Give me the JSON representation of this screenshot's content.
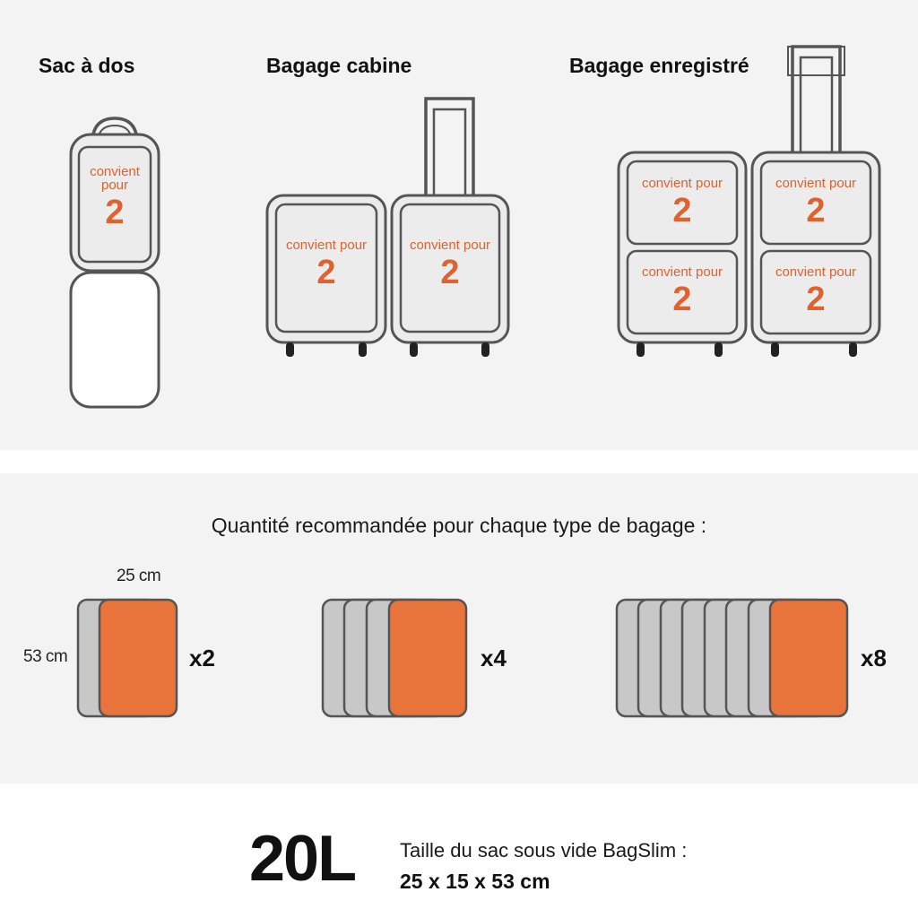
{
  "columns": [
    {
      "title": "Sac à dos",
      "fit_text": "convient pour",
      "fit_count": "2"
    },
    {
      "title": "Bagage cabine",
      "fit_text": "convient pour",
      "fit_count": "2"
    },
    {
      "title": "Bagage enregistré",
      "fit_text": "convient pour",
      "fit_count": "2"
    }
  ],
  "recommendation": {
    "heading": "Quantité recommandée pour chaque type de bagage :",
    "width_label": "25 cm",
    "height_label": "53 cm",
    "groups": [
      {
        "multiplier": "x2",
        "count": 2
      },
      {
        "multiplier": "x4",
        "count": 4
      },
      {
        "multiplier": "x8",
        "count": 8
      }
    ]
  },
  "footer": {
    "volume": "20L",
    "caption": "Taille du sac sous vide BagSlim :",
    "dimensions": "25 x 15 x 53 cm"
  },
  "colors": {
    "accent": "#e8743b",
    "accent_text": "#e0622e",
    "outline": "#555555",
    "panel": "#ececec",
    "gray_bag": "#c8c8c8"
  }
}
